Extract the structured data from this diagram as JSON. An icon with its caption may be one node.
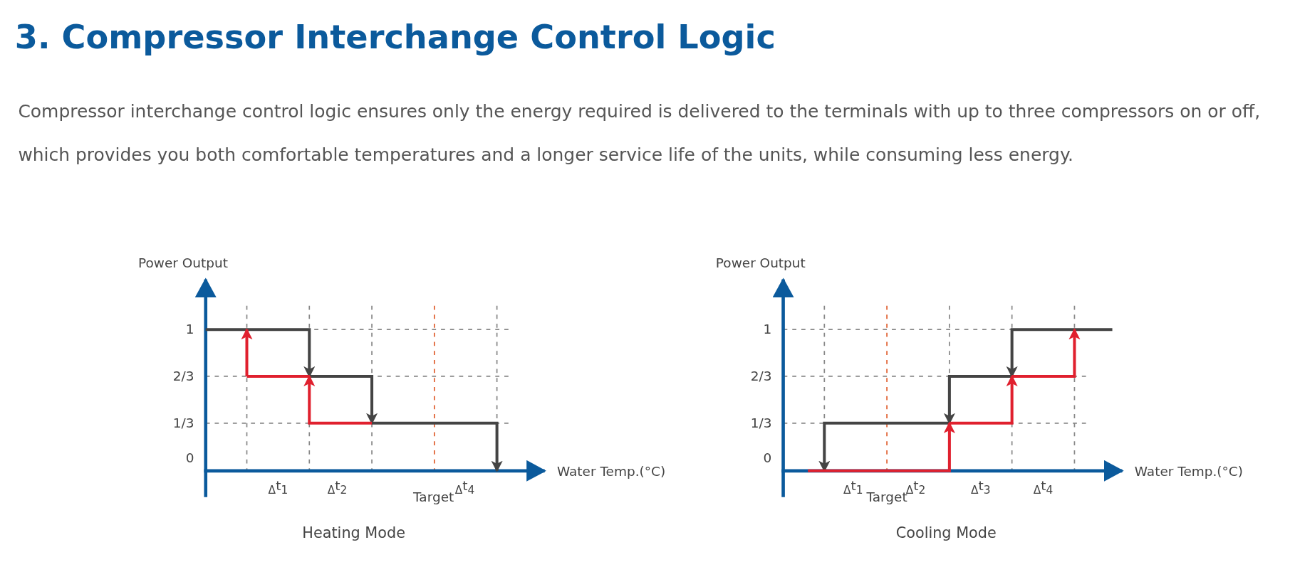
{
  "diagram": {
    "title": "3. Compressor Interchange Control Logic",
    "labels": [
      "Compressor interchange control logic ensures only the energy required is delivered to the terminals with up to three compressors on or off, which provides you both comfortable temperatures and a longer service life of the units, while consuming less energy.",
      "Power Output",
      "1",
      "2/3",
      "1/3",
      "0",
      "Water Temp.(°C)",
      "$_{Δ}$t$_{1}$",
      "$_{Δ}$t$_{2}$",
      "Target",
      "$_{Δ}$t$_{4}$",
      "Heating Mode",
      "Power Output",
      "1",
      "2/3",
      "1/3",
      "0",
      "Water Temp.(°C)",
      "$_{Δ}$t$_{1}$",
      "Target",
      "$_{Δ}$t$_{2}$",
      "$_{Δ}$t$_{3}$",
      "$_{Δ}$t$_{4}$",
      "Cooling Mode"
    ]
  }
}
